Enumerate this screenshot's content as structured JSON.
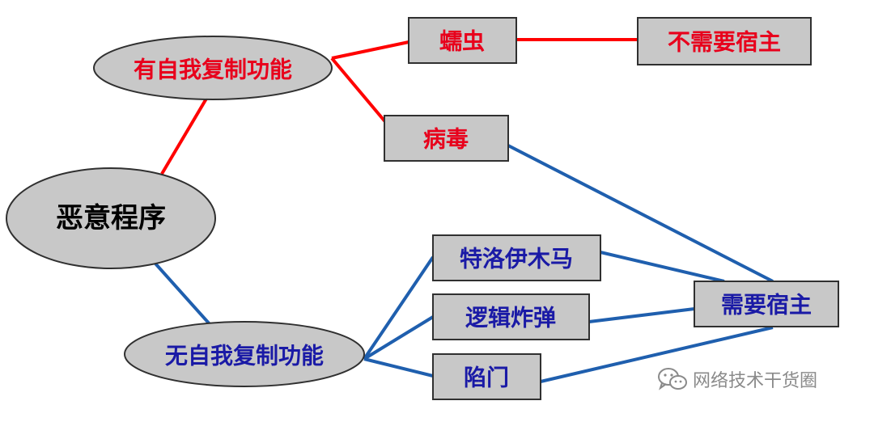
{
  "diagram": {
    "root": "恶意程序",
    "branch_self_replicating": "有自我复制功能",
    "branch_non_self_replicating": "无自我复制功能",
    "worm": "蠕虫",
    "no_host": "不需要宿主",
    "virus": "病毒",
    "trojan": "特洛伊木马",
    "logic_bomb": "逻辑炸弹",
    "trapdoor": "陷门",
    "needs_host": "需要宿主"
  },
  "watermark": {
    "text": "网络技术干货圈",
    "icon": "wechat-icon"
  },
  "colors": {
    "red_text": "#e8001c",
    "red_line": "#ff0000",
    "blue_text": "#1a1aa6",
    "blue_line": "#1f5fae",
    "node_fill": "#c8c8c8",
    "border": "#303030"
  }
}
